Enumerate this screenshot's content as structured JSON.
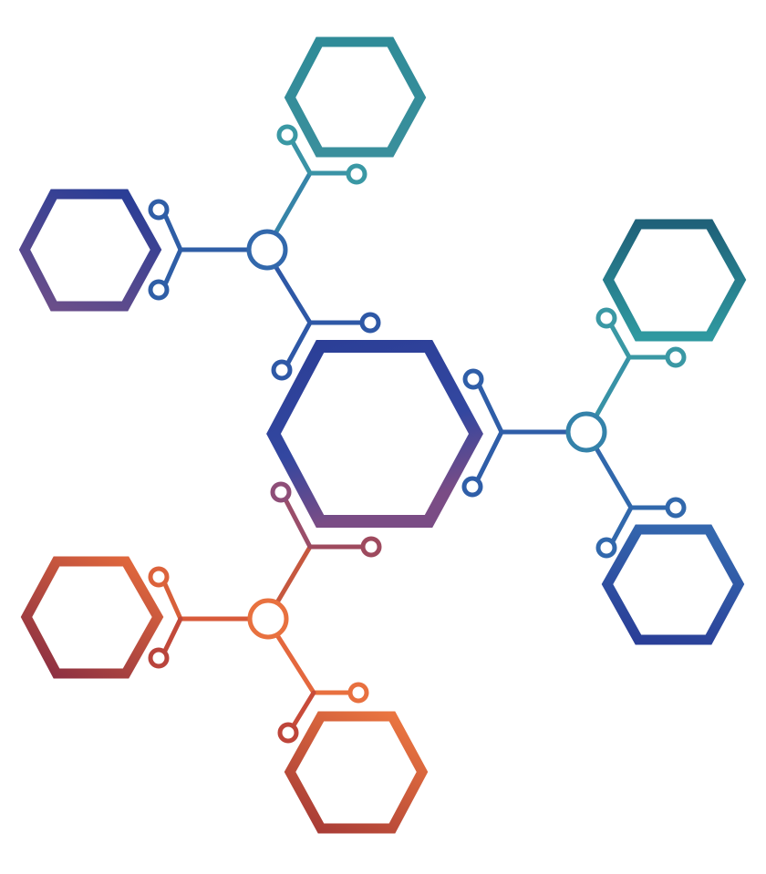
{
  "diagram": {
    "type": "hexagon-network",
    "hexagon_count": 7,
    "hub_count": 3,
    "colors": {
      "navy": "#2B3E96",
      "blue": "#2F56A8",
      "teal": "#2E8E9A",
      "teal_dark": "#1F6D80",
      "purple": "#6A4A8C",
      "orange": "#E9713D",
      "orange_dark": "#B8442F",
      "crimson": "#8E2F3E"
    },
    "hexagons": [
      {
        "role": "central",
        "color": "navy"
      },
      {
        "role": "satellite-top",
        "color": "teal"
      },
      {
        "role": "satellite-left",
        "color": "navy"
      },
      {
        "role": "satellite-right-top",
        "color": "teal_dark"
      },
      {
        "role": "satellite-right-bottom",
        "color": "blue"
      },
      {
        "role": "satellite-left-bottom",
        "color": "orange_dark"
      },
      {
        "role": "satellite-bottom",
        "color": "orange"
      }
    ],
    "hubs": [
      {
        "role": "top-left-hub",
        "color": "blue"
      },
      {
        "role": "right-hub",
        "color": "teal"
      },
      {
        "role": "bottom-left-hub",
        "color": "orange"
      }
    ]
  }
}
